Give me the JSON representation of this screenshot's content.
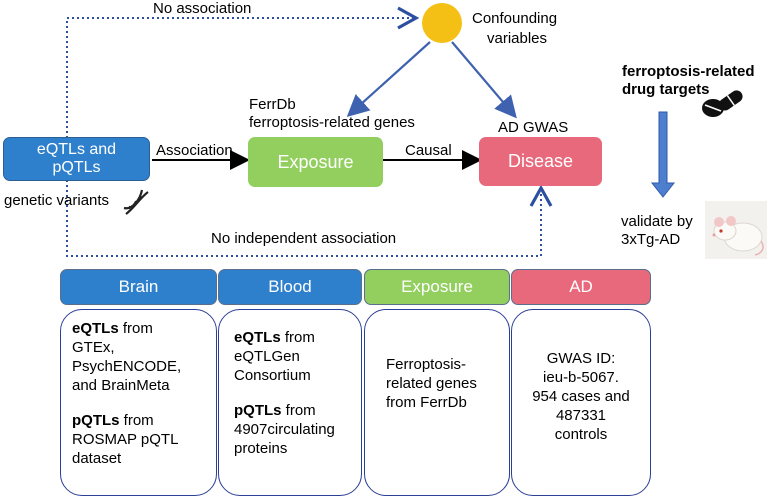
{
  "top": {
    "no_association": "No association",
    "confounding_line1": "Confounding",
    "confounding_line2": "variables",
    "ferrdb_line1": "FerrDb",
    "ferrdb_line2": "ferroptosis-related genes",
    "ad_gwas": "AD GWAS",
    "instrument_line1": "eQTLs and",
    "instrument_line2": "pQTLs",
    "genetic_variants": "genetic variants",
    "association": "Association",
    "exposure": "Exposure",
    "causal": "Causal",
    "disease": "Disease",
    "no_independent": "No independent association",
    "drug_targets_line1": "ferroptosis-related",
    "drug_targets_line2": "drug targets",
    "validate_line1": "validate by",
    "validate_line2": "3xTg-AD"
  },
  "table": {
    "headers": [
      "Brain",
      "Blood",
      "Exposure",
      "AD"
    ],
    "brain": {
      "eqtl_bold": "eQTLs",
      "eqtl_rest1": " from",
      "eqtl_rest2": "GTEx,",
      "eqtl_rest3": "PsychENCODE,",
      "eqtl_rest4": "and BrainMeta",
      "pqtl_bold": "pQTLs",
      "pqtl_rest1": " from",
      "pqtl_rest2": "ROSMAP pQTL",
      "pqtl_rest3": "dataset"
    },
    "blood": {
      "eqtl_bold": "eQTLs",
      "eqtl_rest1": " from",
      "eqtl_rest2": "eQTLGen",
      "eqtl_rest3": "Consortium",
      "pqtl_bold": "pQTLs",
      "pqtl_rest1": " from",
      "pqtl_rest2": "4907circulating",
      "pqtl_rest3": "proteins"
    },
    "exposure_lines": [
      "Ferroptosis-",
      "related genes",
      "from FerrDb"
    ],
    "ad_lines": [
      "GWAS ID:",
      "ieu-b-5067.",
      "954 cases and",
      "487331",
      "controls"
    ]
  },
  "colors": {
    "blue_box": "#2f80cc",
    "green_box": "#92cf5f",
    "red_box": "#e8697c",
    "confounder": "#f5c016",
    "arrow_blue": "#3f62b0",
    "dotted_blue": "#2c4fa0"
  }
}
